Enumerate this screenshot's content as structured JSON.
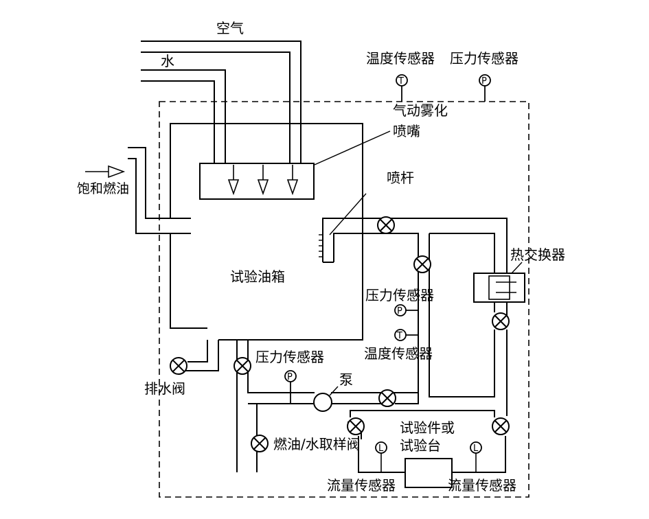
{
  "labels": {
    "air": "空气",
    "water": "水",
    "temp_sensor_top": "温度传感器",
    "pressure_sensor_top": "压力传感器",
    "pneumatic_atomize": "气动雾化",
    "nozzle": "喷嘴",
    "saturated_fuel": "饱和燃油",
    "spray_bar": "喷杆",
    "heat_exchanger": "热交换器",
    "test_tank": "试验油箱",
    "pressure_sensor_mid": "压力传感器",
    "temp_sensor_mid": "温度传感器",
    "pressure_sensor_low": "压力传感器",
    "drain_valve": "排水阀",
    "pump": "泵",
    "test_piece_line1": "试验件或",
    "test_piece_line2": "试验台",
    "sampling_valve": "燃油/水取样阀",
    "flow_sensor_left": "流量传感器",
    "flow_sensor_right": "流量传感器"
  },
  "icons": {
    "temperature_symbol": "T",
    "pressure_symbol": "P",
    "flow_symbol": "L"
  }
}
